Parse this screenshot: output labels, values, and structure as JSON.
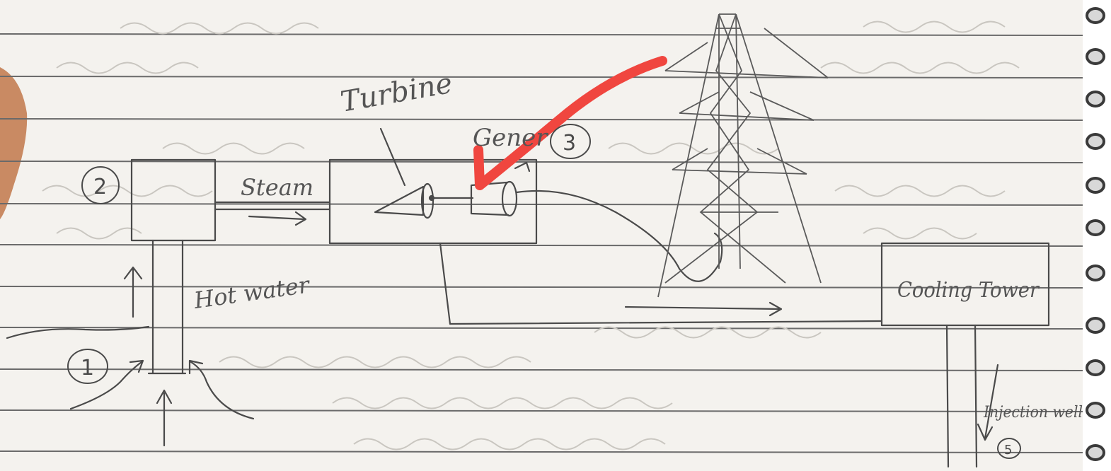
{
  "colors": {
    "paper": "#f4f2ee",
    "rule_line": "#6a6a6a",
    "pencil": "#4a4a4a",
    "faint_text": "#c9c6c0",
    "red_mark": "#f0463f",
    "finger": "#c98a63",
    "spiral": "#3a3a3a"
  },
  "labels": {
    "turbine": "Turbine",
    "generator": "Gener",
    "steam": "Steam",
    "hot_water": "Hot water",
    "cooling_tower": "Cooling Tower",
    "injection_well": "Injection well"
  },
  "markers": {
    "one": "1",
    "two": "2",
    "three": "3",
    "five": "5"
  },
  "icons": {
    "spiral_binding": "spiral-binding-icon",
    "transmission_tower": "transmission-tower-icon"
  }
}
